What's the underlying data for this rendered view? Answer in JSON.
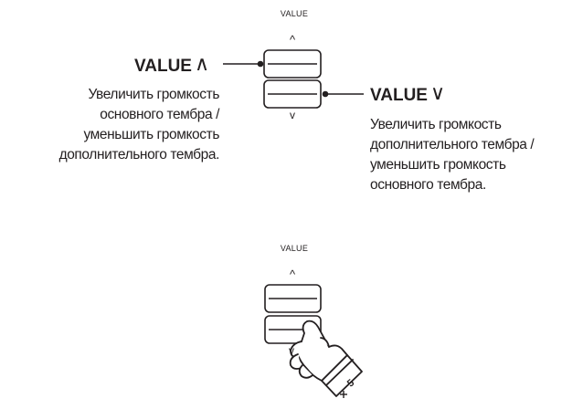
{
  "top_panel": {
    "header": "VALUE",
    "up_glyph": "^",
    "down_glyph": "v"
  },
  "left_callout": {
    "title": "VALUE",
    "arrow_glyph": "∧",
    "lines": [
      "Увеличить громкость",
      "основного тембра /",
      "уменьшить громкость",
      "дополнительного тембра."
    ]
  },
  "right_callout": {
    "title": "VALUE",
    "arrow_glyph": "∨",
    "lines": [
      "Увеличить громкость",
      "дополнительного тембра /",
      "уменьшить громкость",
      "основного тембра."
    ]
  },
  "bottom_panel": {
    "header": "VALUE",
    "up_glyph": "^",
    "down_glyph": "v",
    "finger_number": "5"
  },
  "colors": {
    "ink": "#231f20",
    "background": "#ffffff"
  },
  "icons": {
    "hand": "pressing-hand-icon"
  }
}
